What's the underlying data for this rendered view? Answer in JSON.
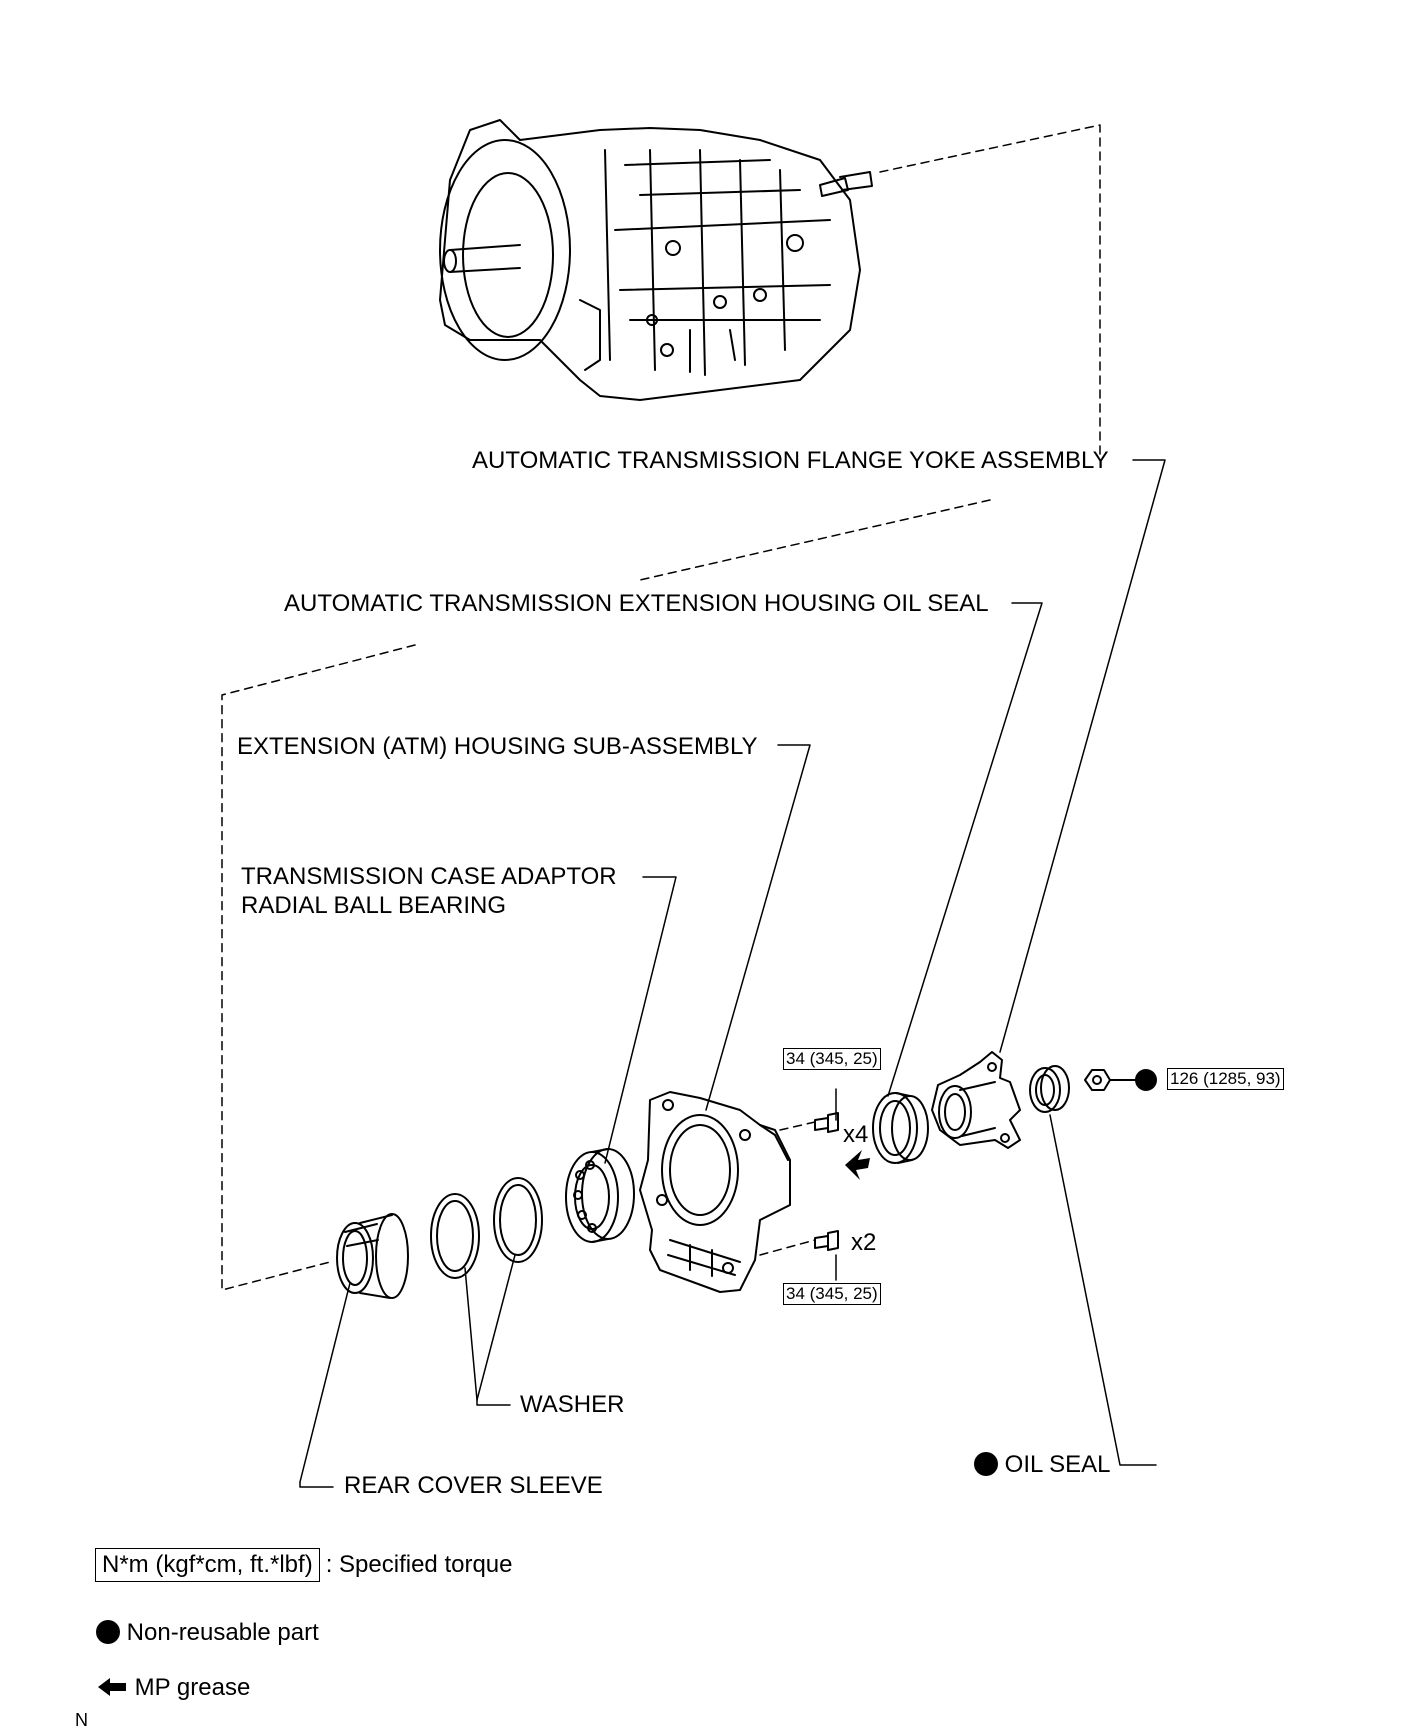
{
  "parts": {
    "flange_yoke": "AUTOMATIC TRANSMISSION FLANGE YOKE ASSEMBLY",
    "ext_oil_seal": "AUTOMATIC TRANSMISSION EXTENSION HOUSING OIL SEAL",
    "ext_housing": "EXTENSION (ATM) HOUSING SUB-ASSEMBLY",
    "bearing_line1": "TRANSMISSION CASE ADAPTOR",
    "bearing_line2": "RADIAL BALL BEARING",
    "washer": "WASHER",
    "rear_sleeve": "REAR COVER SLEEVE",
    "oil_seal": "OIL SEAL"
  },
  "torque": {
    "bolt_upper": "34 (345, 25)",
    "bolt_lower": "34 (345, 25)",
    "nut": "126 (1285, 93)"
  },
  "counts": {
    "bolt_upper": "x4",
    "bolt_lower": "x2"
  },
  "legend": {
    "torque_box": "N*m (kgf*cm, ft.*lbf)",
    "torque_text": ": Specified torque",
    "nonreusable_text": "Non-reusable part",
    "grease_text": "MP grease"
  },
  "corner_mark": "N",
  "icons": {
    "non_reusable": "filled-circle-icon",
    "grease": "arrow-left-icon"
  }
}
